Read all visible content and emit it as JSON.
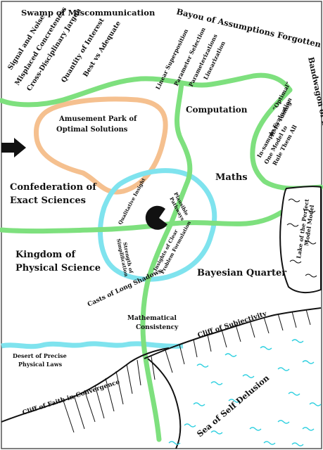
{
  "colors": {
    "road": "#7ee07e",
    "water": "#7fe3ee",
    "park": "#f5c08f",
    "ink": "#111111",
    "wave": "#2fd0e0"
  },
  "labels": {
    "swamp": "Swamp of Miscommunication",
    "bayou": "Bayou of Assumptions Forgotten",
    "signal_noise": "Signal and Noise",
    "misplaced": "Misplaced Concreteness",
    "jargon": "Cross-Disciplinary Jargon",
    "quantity": "Quantity of Interest",
    "best_adequate": "Best vs Adequate",
    "linear_superposition": "Linear Superposition",
    "parameter_selection": "Parameter Selection",
    "parameterizations": "Parameterizations",
    "linearization": "Linearization",
    "bandwagon": "Bandwagon of Bad Practice",
    "optimal": "“Optimal”",
    "rms": "RMS Tuning",
    "insample": "In-sample Evaluation",
    "one_model": "One Model to",
    "rule_all": "Rule Them All",
    "amusement_1": "Amusement Park of",
    "amusement_2": "Optimal Solutions",
    "computation": "Computation",
    "maths": "Maths",
    "confed_1": "Confederation of",
    "confed_2": "Exact Sciences",
    "qualitative": "Qualitative Insight",
    "plausible_1": "Plausible",
    "plausible_2": "Pathways",
    "strength_1": "Strength of",
    "strength_2": "Simplification",
    "insights_1": "Insights of Clear",
    "insights_2": "Problem Formulation",
    "kingdom_1": "Kingdom of",
    "kingdom_2": "Physical Science",
    "bayesian": "Bayesian Quarter",
    "lake": "Lake of the Perfect",
    "lake_2": "Model Model",
    "casts": "Casts of Long Shadows",
    "math_consistency_1": "Mathematical",
    "math_consistency_2": "Consistency",
    "cliff_subjectivity": "Cliff of Subjectivity",
    "desert_1": "Desert of Precise",
    "desert_2": "Physical Laws",
    "cliff_faith": "Cliff of Faith in Convergence",
    "sea": "Sea of Self Delusion"
  }
}
